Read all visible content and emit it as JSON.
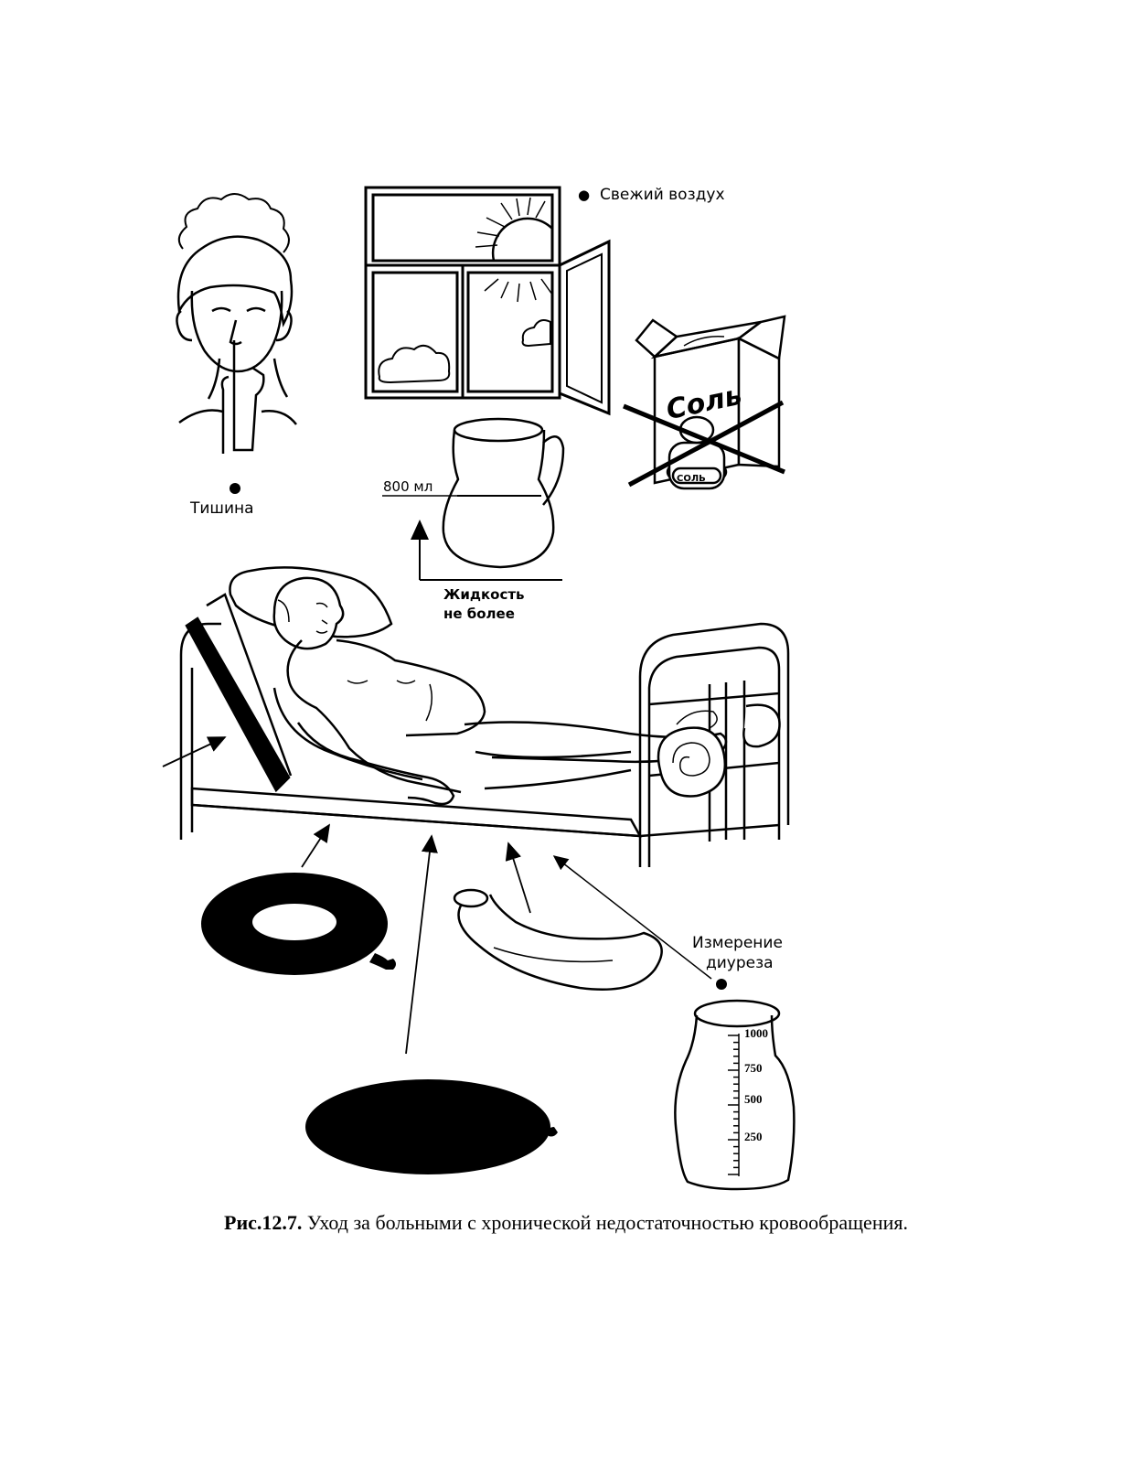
{
  "labels": {
    "fresh_air": "Свежий воздух",
    "silence": "Тишина",
    "jug_level": "800 мл",
    "fluid_limit_line1": "Жидкость",
    "fluid_limit_line2": "не более",
    "salt_big": "Соль",
    "salt_small": "СОЛЬ",
    "diuresis_line1": "Измерение",
    "diuresis_line2": "диуреза"
  },
  "vessel_scale": [
    "1000",
    "750",
    "500",
    "250"
  ],
  "caption": {
    "number": "Рис.12.7.",
    "text": "Уход за больными с хронической недостаточностью кровообращения."
  },
  "colors": {
    "ink": "#000000",
    "paper": "#ffffff"
  }
}
